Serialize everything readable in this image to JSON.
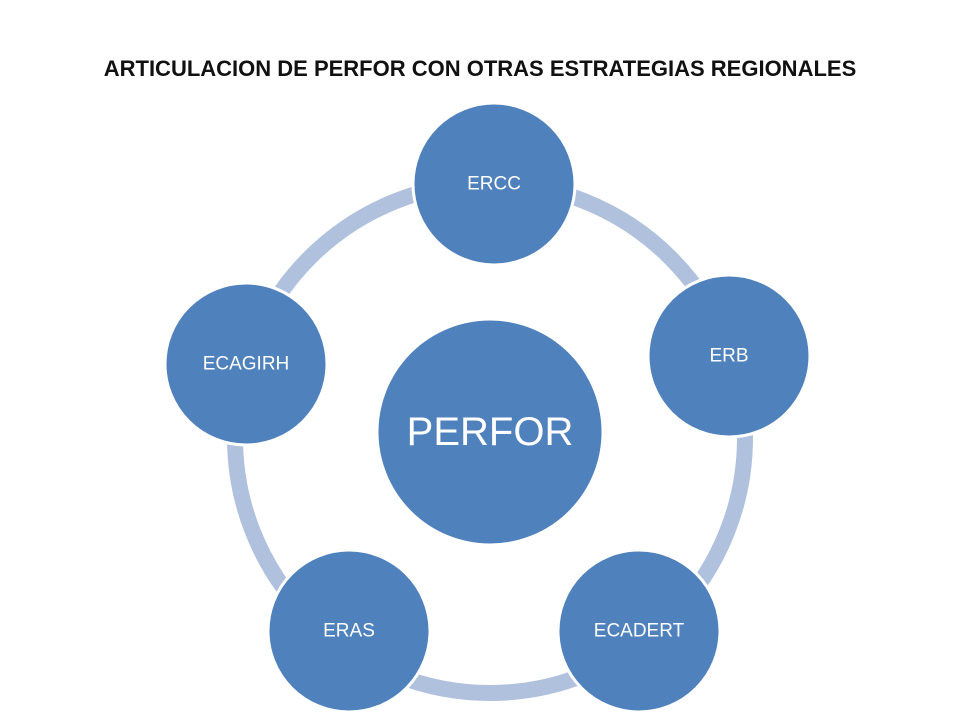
{
  "title": "ARTICULACION DE PERFOR CON OTRAS ESTRATEGIAS REGIONALES",
  "colors": {
    "node_fill": "#4f81bd",
    "node_stroke": "#ffffff",
    "ring": "#b0c1de"
  },
  "center": {
    "label": "PERFOR"
  },
  "nodes": [
    {
      "label": "ERCC"
    },
    {
      "label": "ERB"
    },
    {
      "label": "ECADERT"
    },
    {
      "label": "ERAS"
    },
    {
      "label": "ECAGIRH"
    }
  ]
}
